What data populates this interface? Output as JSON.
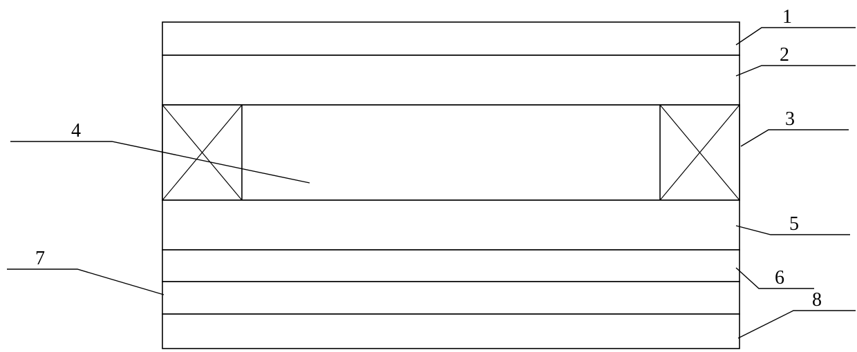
{
  "figure": {
    "background": "#ffffff",
    "line_color": "#000000",
    "labels": {
      "1": "1",
      "2": "2",
      "3": "3",
      "4": "4",
      "5": "5",
      "6": "6",
      "7": "7",
      "8": "8"
    },
    "layers": [
      {
        "ref": "1",
        "pattern": "crosshatch"
      },
      {
        "ref": "2",
        "pattern": "diagonal-hatch"
      },
      {
        "ref": "3",
        "pattern": "x-box-frame"
      },
      {
        "ref": "4",
        "pattern": "empty-cavity"
      },
      {
        "ref": "5",
        "pattern": "diagonal-hatch"
      },
      {
        "ref": "6",
        "pattern": "crosshatch"
      },
      {
        "ref": "7",
        "pattern": "diagonal-hatch-reverse"
      },
      {
        "ref": "8",
        "pattern": "herringbone"
      }
    ]
  }
}
